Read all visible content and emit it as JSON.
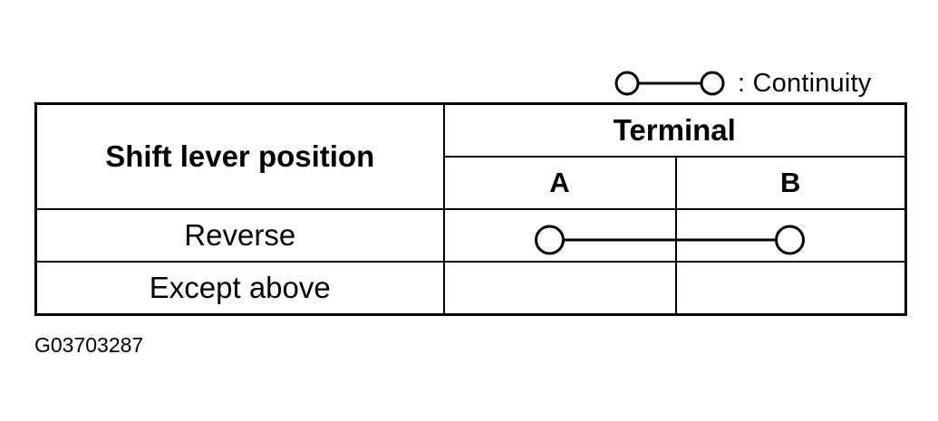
{
  "legend": {
    "label": ": Continuity",
    "symbol": "continuity-symbol-icon"
  },
  "table": {
    "header_position": "Shift lever position",
    "header_terminal": "Terminal",
    "terminal_a": "A",
    "terminal_b": "B",
    "rows": [
      {
        "position": "Reverse",
        "continuity": [
          "A",
          "B"
        ]
      },
      {
        "position": "Except above",
        "continuity": []
      }
    ]
  },
  "figure_code": "G03703287"
}
